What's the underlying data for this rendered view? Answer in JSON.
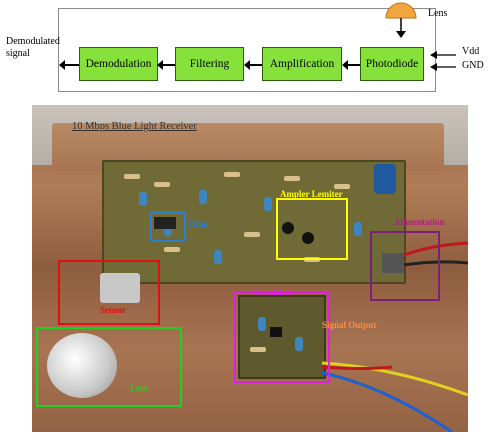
{
  "block_diagram": {
    "lens_label": "Lens",
    "output_label": "Demodulated signal",
    "vdd_label": "Vdd",
    "gnd_label": "GND",
    "blocks": [
      "Demodulation",
      "Filtering",
      "Amplification",
      "Photodiode"
    ]
  },
  "photo": {
    "title": "10 Mbps Blue Light Receiver",
    "annotations": {
      "amplifier": "Ampler Lemiter",
      "alimentation": "Alimentation",
      "sensor": "Sensor",
      "lens": "Lens",
      "signal_output": "Signal Output",
      "filter": "Filter",
      "demod": "Demodulation"
    },
    "colors": {
      "block_fill": "#86e23a",
      "lens_dome": "#f2a640",
      "amplifier_box": "#ffff00",
      "alimentation_box": "#7a1f7a",
      "sensor_box": "#e01010",
      "lens_box": "#20d020",
      "signal_box": "#e020e0",
      "filter_box": "#2a7fd0"
    }
  }
}
